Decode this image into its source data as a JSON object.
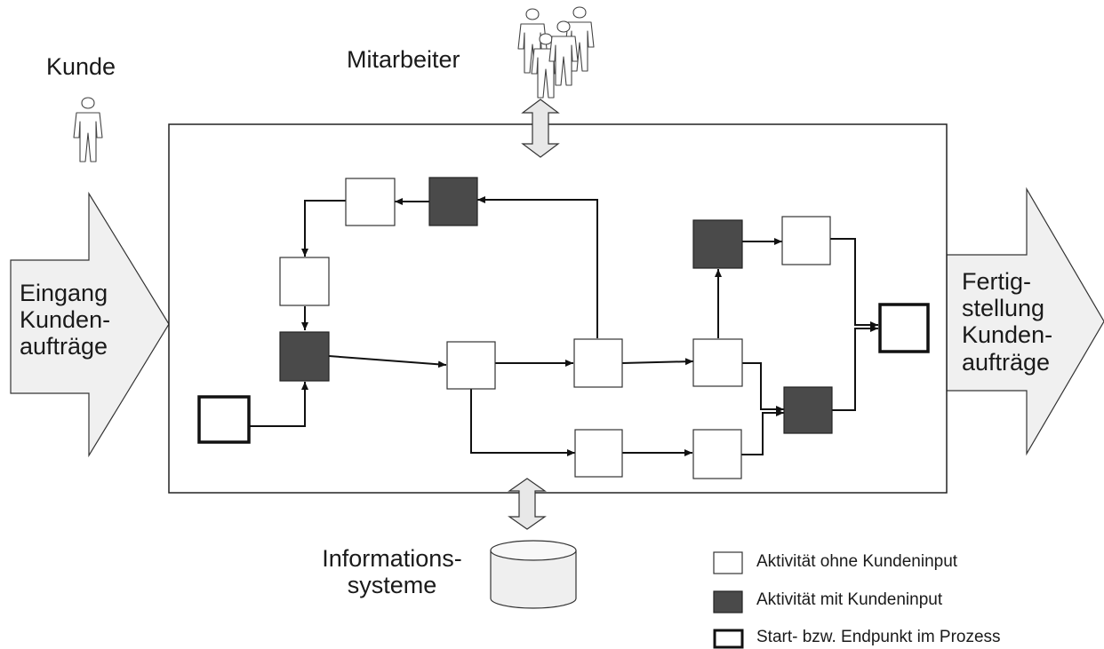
{
  "labels": {
    "kunde": "Kunde",
    "mitarbeiter": "Mitarbeiter",
    "eingang": [
      "Eingang",
      "Kunden-",
      "aufträge"
    ],
    "fertigstellung": [
      "Fertig-",
      "stellung",
      "Kunden-",
      "aufträge"
    ],
    "informationssysteme": [
      "Informations-",
      "systeme"
    ]
  },
  "legend": [
    {
      "type": "white",
      "label": "Aktivität ohne Kundeninput"
    },
    {
      "type": "dark",
      "label": "Aktivität mit Kundeninput"
    },
    {
      "type": "thick",
      "label": "Start- bzw. Endpunkt im Prozess"
    }
  ],
  "colors": {
    "dark_activity": "#4a4a4a",
    "arrow_fill": "#f0f0f0",
    "stroke": "#1a1a1a"
  }
}
